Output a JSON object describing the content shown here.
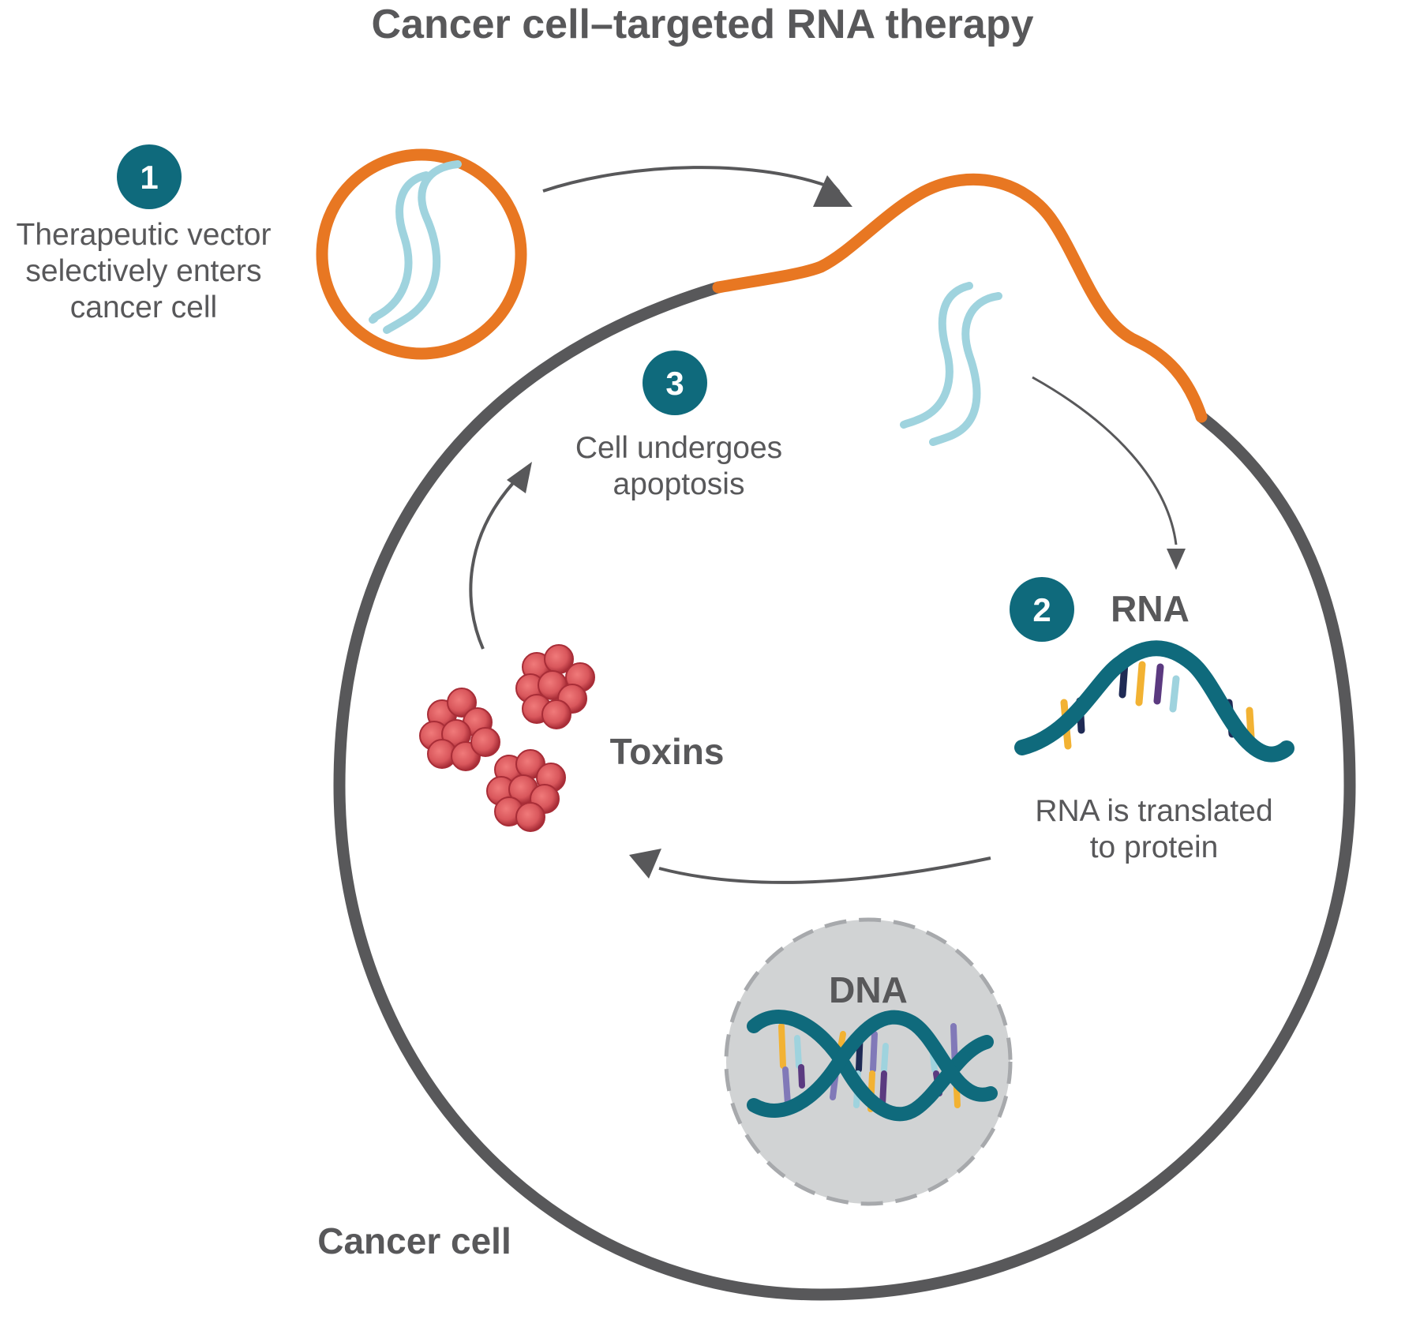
{
  "title": "Cancer cell–targeted RNA therapy",
  "steps": [
    {
      "number": "1",
      "lines": [
        "Therapeutic vector",
        "selectively enters",
        "cancer cell"
      ]
    },
    {
      "number": "2",
      "label": "RNA",
      "lines": [
        "RNA is translated",
        "to protein"
      ]
    },
    {
      "number": "3",
      "lines": [
        "Cell undergoes",
        "apoptosis"
      ]
    }
  ],
  "labels": {
    "toxins": "Toxins",
    "dna": "DNA",
    "cancer_cell": "Cancer cell"
  },
  "colors": {
    "teal": "#0f6a7c",
    "orange": "#e87722",
    "membrane_gray": "#58585a",
    "text_gray": "#58585a",
    "rna_light_blue": "#9fd3de",
    "nucleus_fill": "#d1d3d4",
    "toxin_red": "#c8424a",
    "base_yellow": "#f2b233",
    "base_purple": "#5b3a80",
    "base_navy": "#1f2a55",
    "base_lavender": "#8179b8"
  }
}
